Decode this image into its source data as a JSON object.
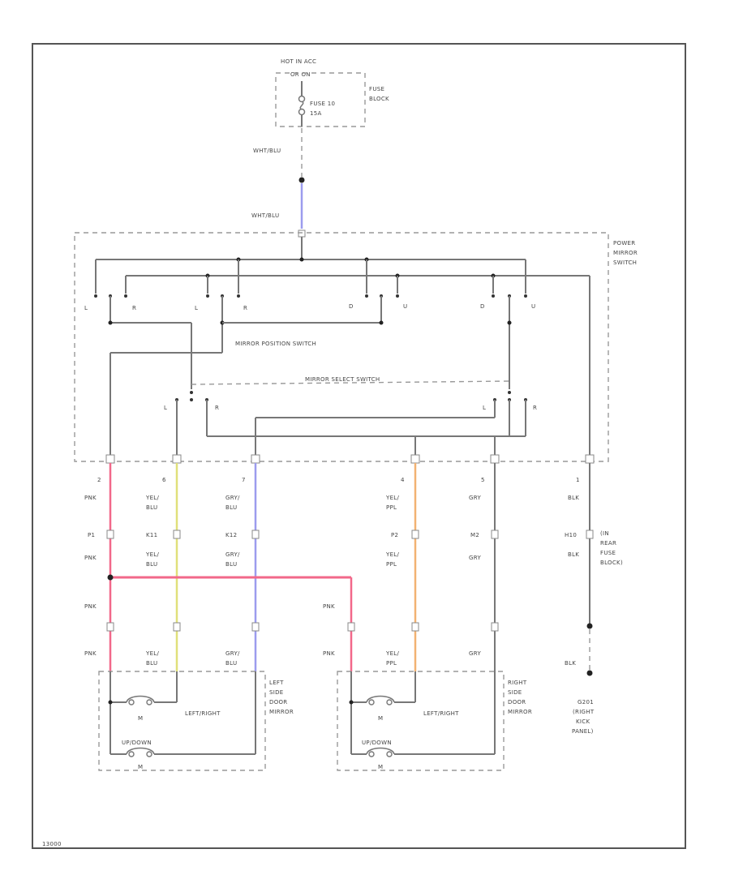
{
  "wire_colors": {
    "pink": "#f2688a",
    "yellow": "#e0e07a",
    "blue": "#9c9cee",
    "orange": "#f2b272",
    "gray": "#777777"
  },
  "hot_label": [
    "HOT IN ACC",
    "OR ON"
  ],
  "fuse_text": [
    "FUSE 10",
    "15A"
  ],
  "fuse_block_label": [
    "FUSE",
    "BLOCK"
  ],
  "wht_blu_top": "WHT/BLU",
  "wht_blu_mid": "WHT/BLU",
  "power_mirror_switch": [
    "POWER",
    "MIRROR",
    "SWITCH"
  ],
  "mirror_position_switch": "MIRROR POSITION SWITCH",
  "mirror_select_switch": "MIRROR SELECT SWITCH",
  "pos_contacts": [
    "L",
    "R",
    "L",
    "R",
    "D",
    "U",
    "D",
    "U"
  ],
  "select_contacts": [
    "L",
    "R",
    "L",
    "R"
  ],
  "pins": [
    "2",
    "6",
    "7",
    "4",
    "5",
    "1"
  ],
  "upper_wire_colors": [
    [
      "PNK"
    ],
    [
      "YEL/",
      "BLU"
    ],
    [
      "GRY/",
      "BLU"
    ],
    [
      "YEL/",
      "PPL"
    ],
    [
      "GRY"
    ],
    [
      "BLK"
    ]
  ],
  "connectors": [
    "P1",
    "K11",
    "K12",
    "P2",
    "M2",
    "H10"
  ],
  "lower_wire_colors": [
    [
      "PNK"
    ],
    [
      "YEL/",
      "BLU"
    ],
    [
      "GRY/",
      "BLU"
    ],
    [
      "YEL/",
      "PPL"
    ],
    [
      "GRY"
    ],
    [
      "BLK"
    ]
  ],
  "branch_left_pnk": "PNK",
  "branch_right_pnk": "PNK",
  "left_mirror_colors": [
    [
      "PNK"
    ],
    [
      "YEL/",
      "BLU"
    ],
    [
      "GRY/",
      "BLU"
    ]
  ],
  "right_mirror_colors": [
    [
      "PNK"
    ],
    [
      "YEL/",
      "PPL"
    ],
    [
      "GRY"
    ]
  ],
  "left_right_label": "LEFT/RIGHT",
  "up_down_label": "UP/DOWN",
  "motor_symbol": "M",
  "left_mirror_name": [
    "LEFT",
    "SIDE",
    "DOOR",
    "MIRROR"
  ],
  "right_mirror_name": [
    "RIGHT",
    "SIDE",
    "DOOR",
    "MIRROR"
  ],
  "fuse_block_note": [
    "(IN",
    "REAR",
    "FUSE",
    "BLOCK)"
  ],
  "blk_ground_label": "BLK",
  "ground_label": [
    "G201",
    "(RIGHT",
    "KICK",
    "PANEL)"
  ],
  "corner_code": "13000"
}
